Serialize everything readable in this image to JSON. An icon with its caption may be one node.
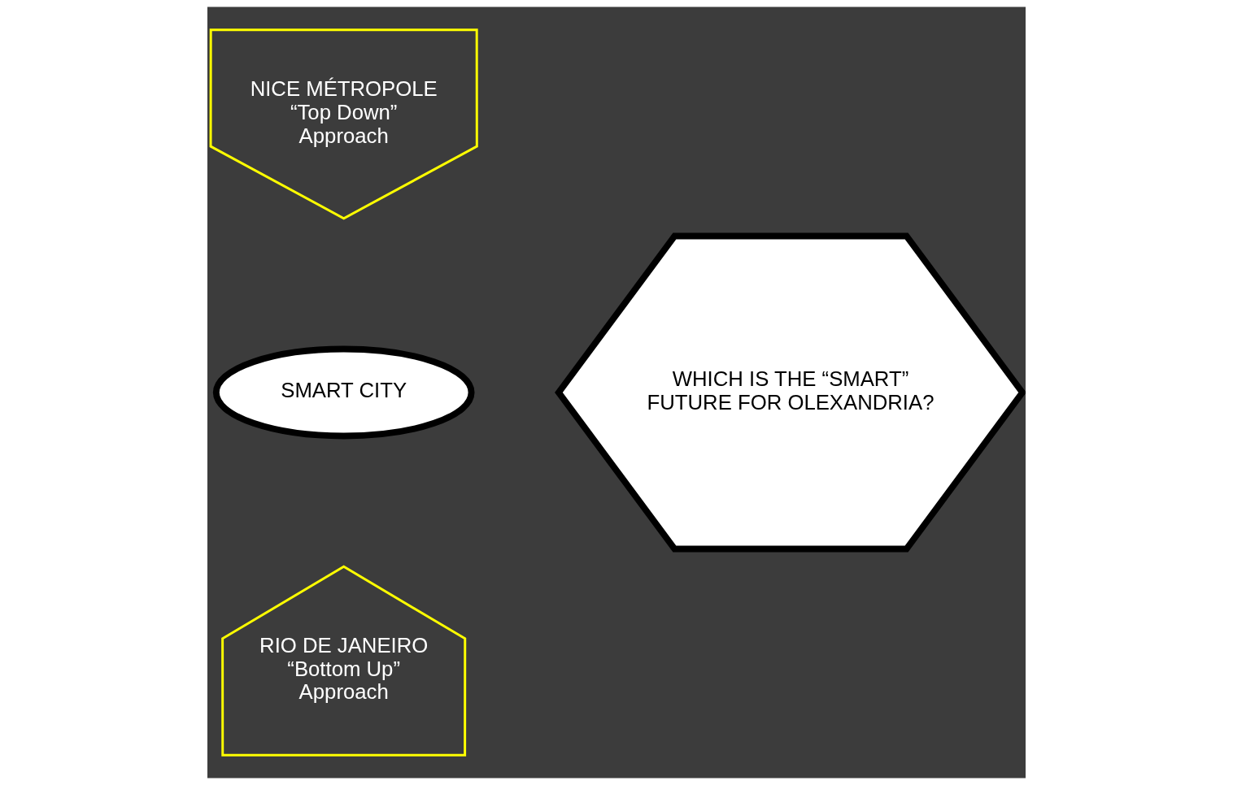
{
  "diagram": {
    "nodes": [
      {
        "text": [
          "NICE MÉTROPOLE “Top Down” Approach"
        ]
      },
      {
        "text": [
          "SMART CITY"
        ]
      },
      {
        "text": [
          "RIO DE JANEIRO “Bottom Up” Approach"
        ]
      },
      {
        "text": [
          "WHICH IS THE “SMART” FUTURE FOR OLEXANDRIA?"
        ]
      }
    ]
  }
}
